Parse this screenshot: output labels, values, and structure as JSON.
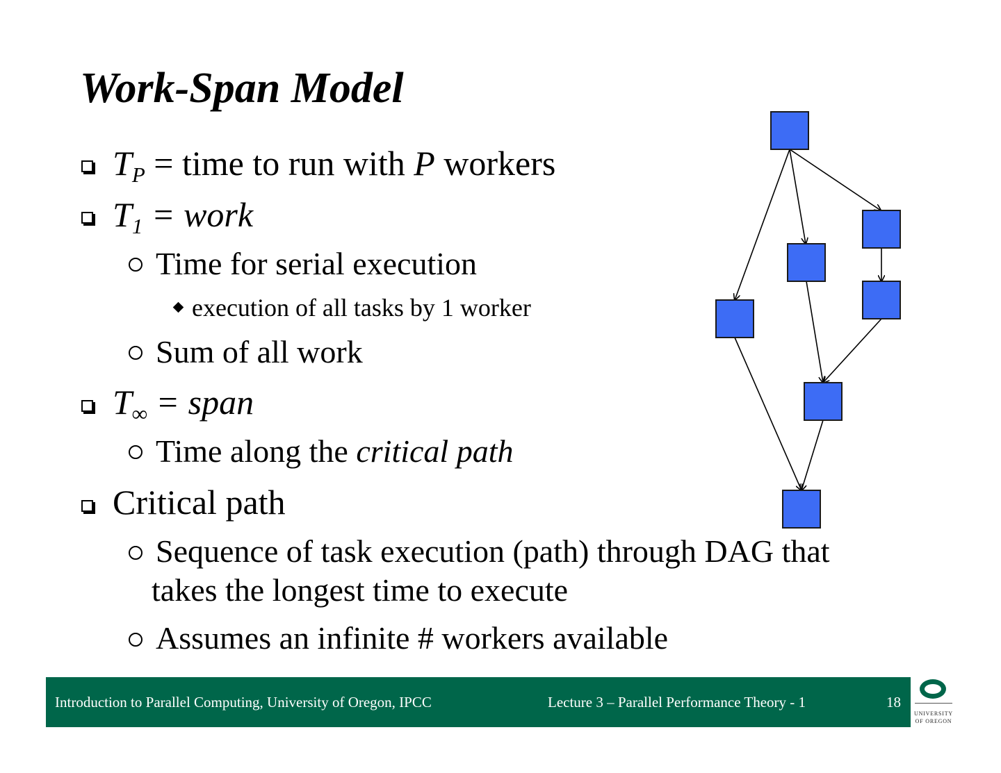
{
  "title": "Work-Span Model",
  "bullets": {
    "tp": {
      "sym": "T",
      "sub": "P",
      "text_a": " = time to run with ",
      "var": "P",
      "text_b": " workers"
    },
    "t1": {
      "sym": "T",
      "sub": "1",
      "eq": " = ",
      "term": "work"
    },
    "t1_serial": "Time for serial execution",
    "t1_serial_detail": "execution of all tasks by 1 worker",
    "t1_sum": "Sum of all work",
    "tinf": {
      "sym": "T",
      "sub": "∞",
      "eq": " = ",
      "term": "span"
    },
    "tinf_detail": {
      "text": "Time along the ",
      "term": "critical path"
    },
    "critical": "Critical path",
    "critical_seq_1": "Sequence of task execution (path) through DAG that",
    "critical_seq_2": "takes the longest time to execute",
    "critical_assume": "Assumes an infinite # workers available"
  },
  "dag": {
    "node_color": "#3d6cf5",
    "node_stroke": "#1a1a1a",
    "edge_color": "#000000"
  },
  "footer": {
    "left": "Introduction to Parallel Computing, University of Oregon, IPCC",
    "center": "Lecture 3 – Parallel Performance Theory - 1",
    "page": "18",
    "color": "#00664a"
  },
  "logo": {
    "line1": "UNIVERSITY",
    "line2": "OF OREGON",
    "color": "#00664a"
  }
}
